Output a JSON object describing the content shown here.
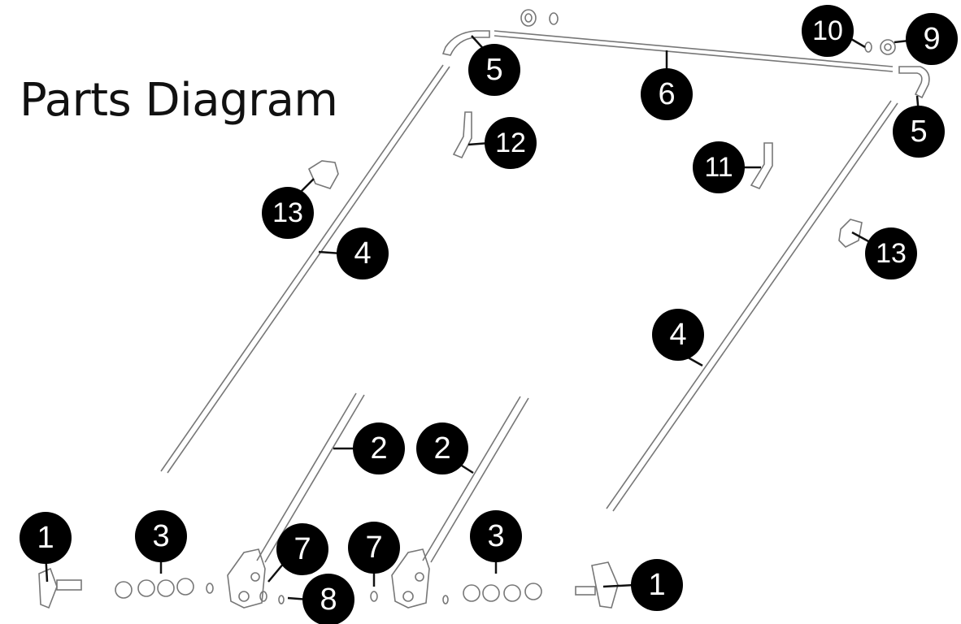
{
  "title": "Parts Diagram",
  "callouts": [
    {
      "id": "c1a",
      "label": "1"
    },
    {
      "id": "c1b",
      "label": "1"
    },
    {
      "id": "c2a",
      "label": "2"
    },
    {
      "id": "c2b",
      "label": "2"
    },
    {
      "id": "c3a",
      "label": "3"
    },
    {
      "id": "c3b",
      "label": "3"
    },
    {
      "id": "c4a",
      "label": "4"
    },
    {
      "id": "c4b",
      "label": "4"
    },
    {
      "id": "c5a",
      "label": "5"
    },
    {
      "id": "c5b",
      "label": "5"
    },
    {
      "id": "c6",
      "label": "6"
    },
    {
      "id": "c7a",
      "label": "7"
    },
    {
      "id": "c7b",
      "label": "7"
    },
    {
      "id": "c8",
      "label": "8"
    },
    {
      "id": "c9",
      "label": "9"
    },
    {
      "id": "c10",
      "label": "10"
    },
    {
      "id": "c11",
      "label": "11"
    },
    {
      "id": "c12",
      "label": "12"
    },
    {
      "id": "c13a",
      "label": "13"
    },
    {
      "id": "c13b",
      "label": "13"
    }
  ]
}
